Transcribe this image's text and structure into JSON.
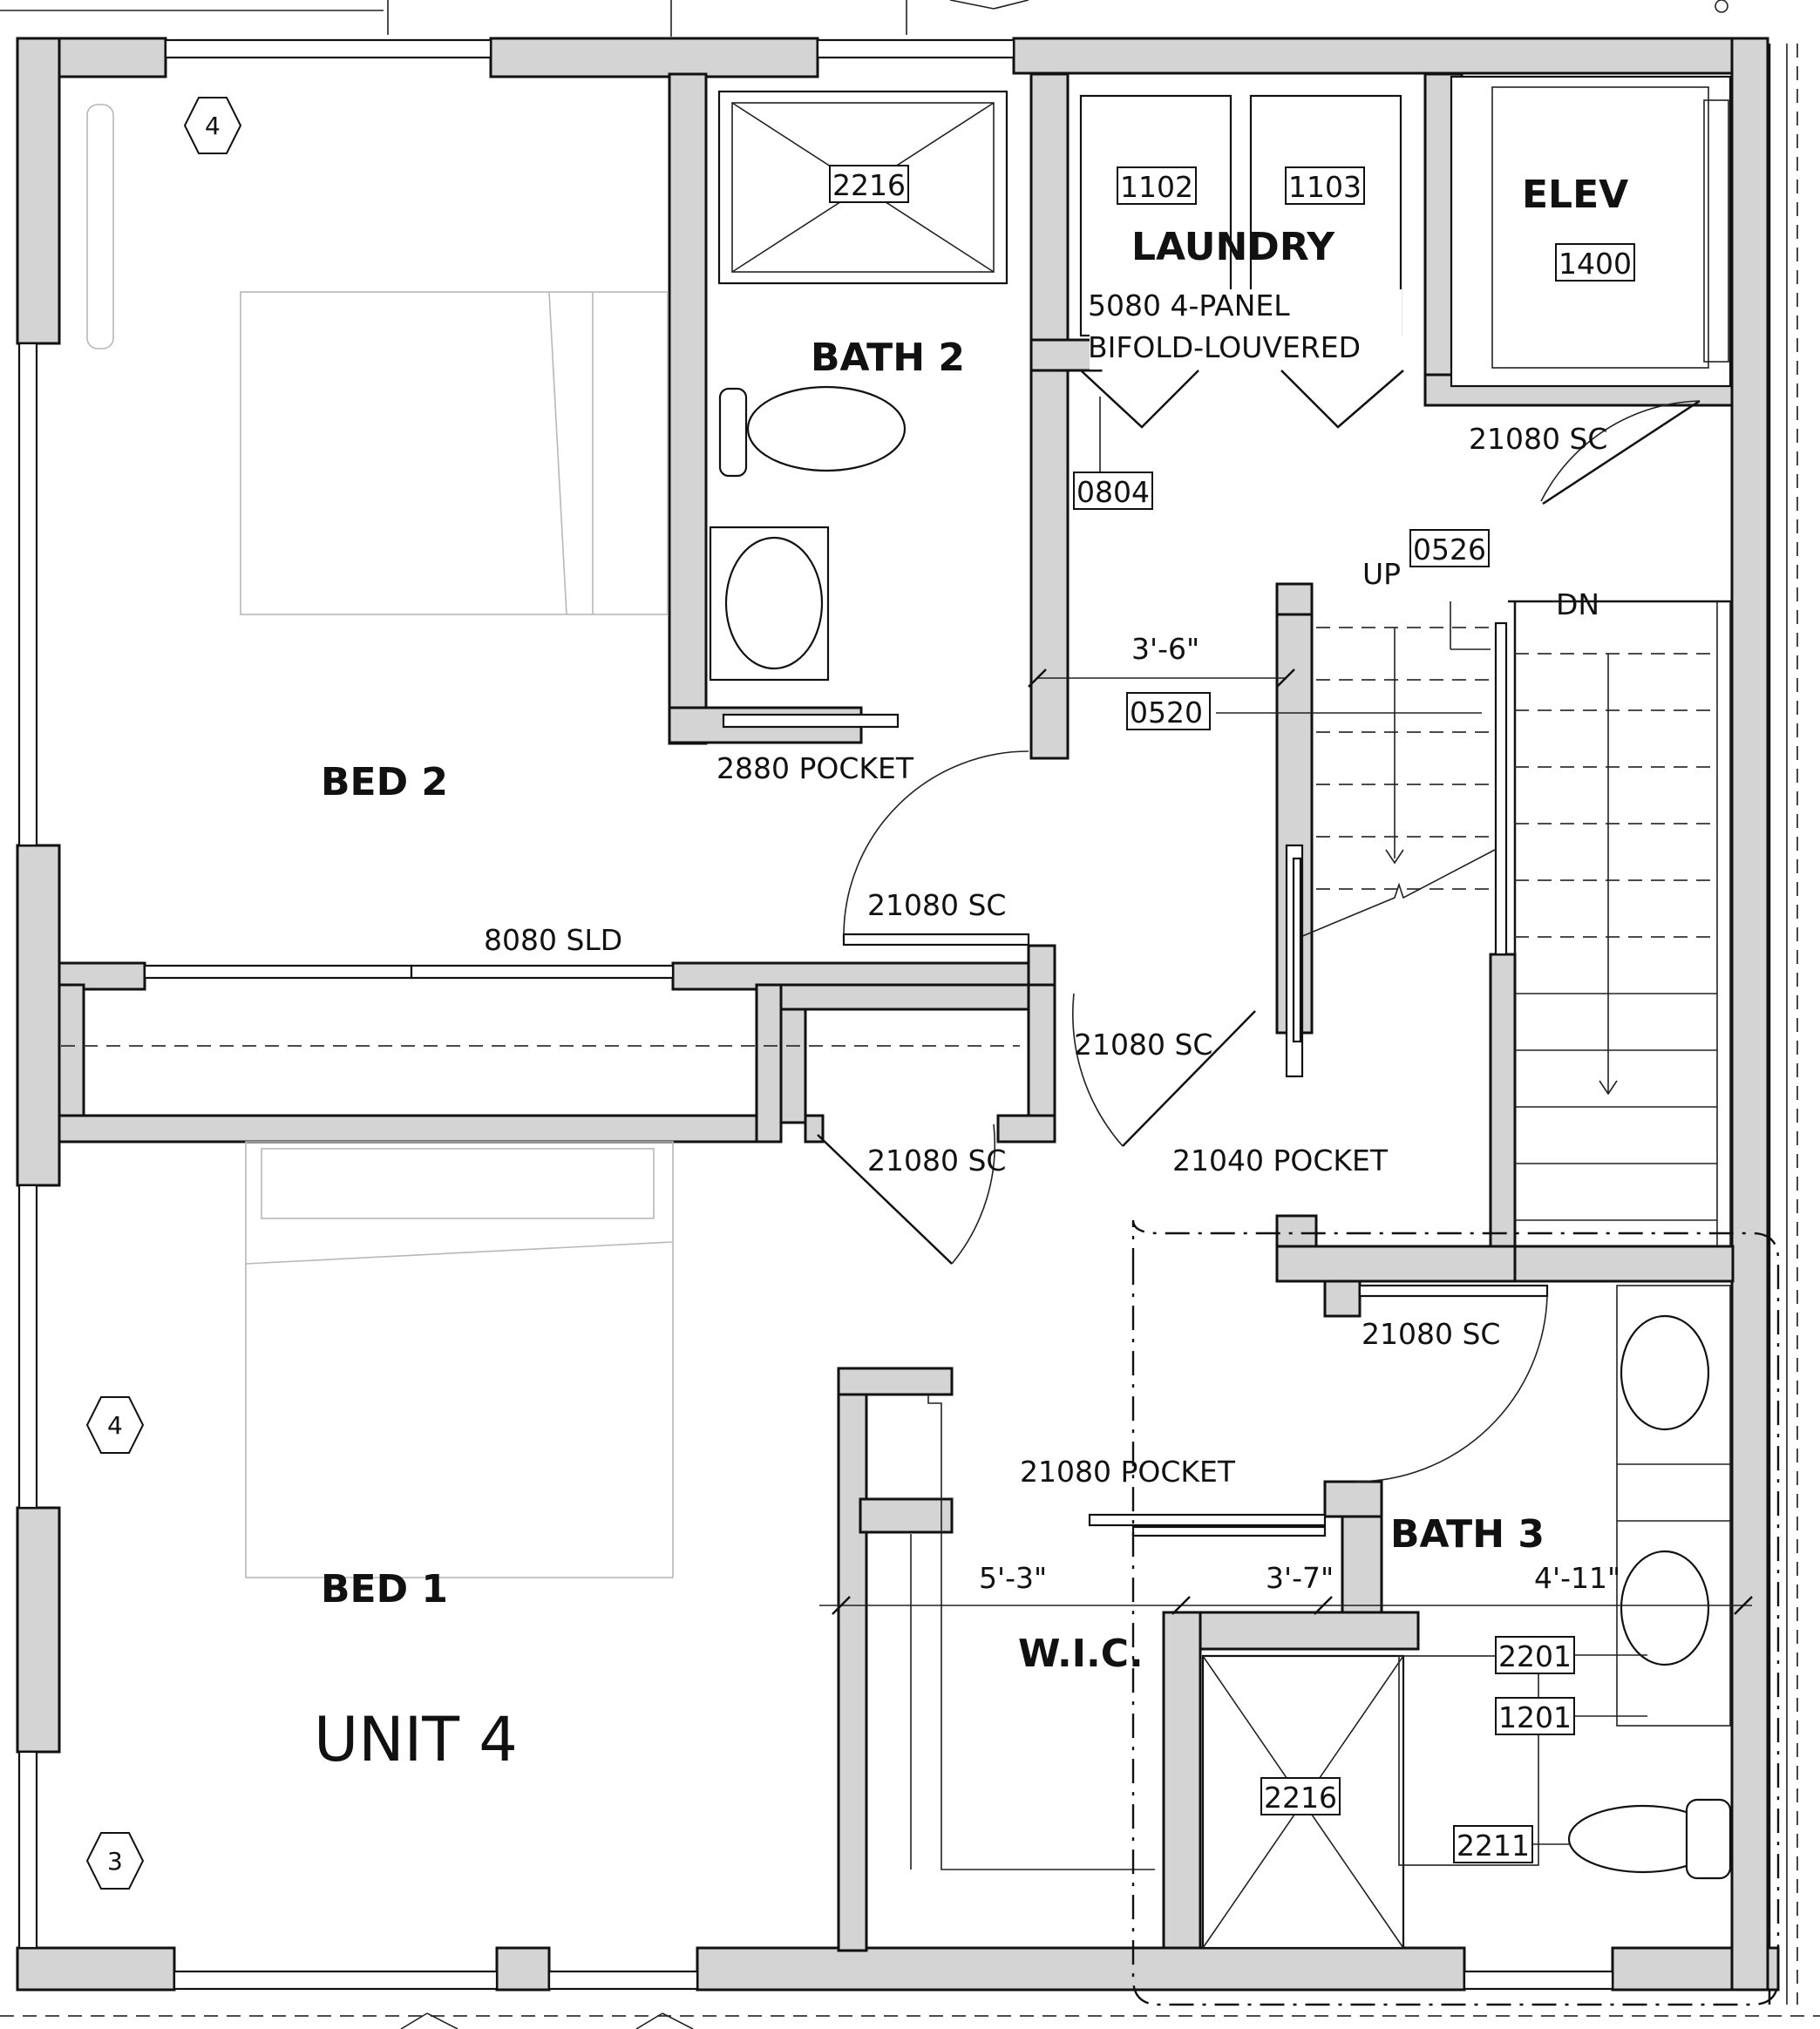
{
  "rooms": {
    "bed2": "BED 2",
    "bath2": "BATH 2",
    "laundry": "LAUNDRY",
    "elev": "ELEV",
    "bed1": "BED 1",
    "unit": "UNIT 4",
    "wic": "W.I.C.",
    "bath3": "BATH 3"
  },
  "notes": {
    "bifold_line1": "5080 4-PANEL",
    "bifold_line2": "BIFOLD-LOUVERED",
    "elev_door": "21080 SC",
    "up": "UP",
    "dn": "DN",
    "dim_hall": "3'-6\"",
    "bath2_pocket": "2880 POCKET",
    "bed2_door": "21080 SC",
    "sld": "8080 SLD",
    "closet_door": "21080 SC",
    "hall_door": "21080 SC",
    "hall_pocket": "21040 POCKET",
    "bath3_door": "21080 SC",
    "wic_pocket": "21080 POCKET",
    "dim_wic": "5'-3\"",
    "dim_shower": "3'-7\"",
    "dim_bath3": "4'-11\""
  },
  "tags": {
    "bath2_shower": "2216",
    "washer": "1102",
    "dryer": "1103",
    "elevator": "1400",
    "bifold_tag": "0804",
    "stair_up": "0526",
    "handrail": "0520",
    "bath3_sink": "2201",
    "bath3_counter": "1201",
    "bath3_shower": "2216",
    "bath3_toilet": "2211"
  },
  "grid_markers": {
    "top_left": "4",
    "mid_left": "4",
    "bottom_left": "3"
  }
}
